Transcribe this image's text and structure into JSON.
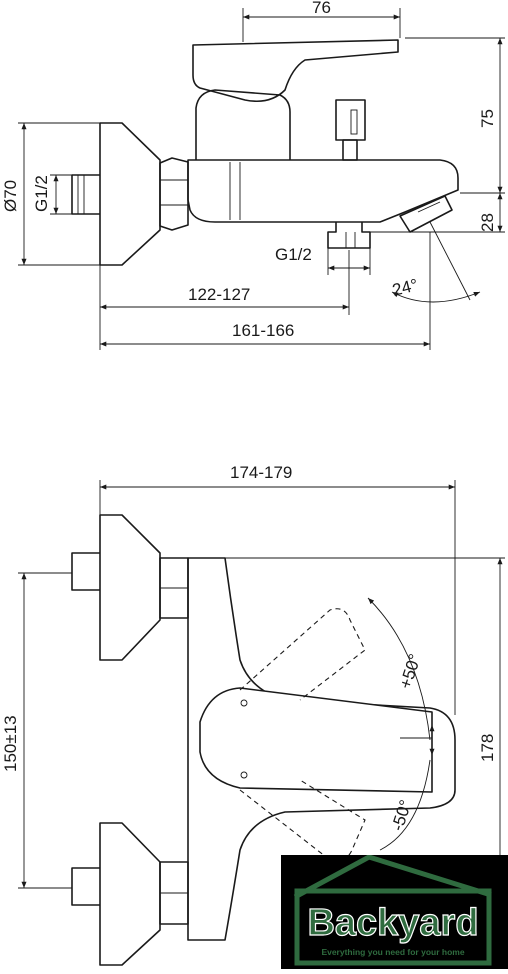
{
  "dimensions": {
    "spout_reach_top": "76",
    "height_75": "75",
    "height_28": "28",
    "diameter": "Ø70",
    "thread_inlet": "G1/2",
    "thread_outlet": "G1/2",
    "length_122_127": "122-127",
    "length_161_166": "161-166",
    "angle_spout": "24°",
    "width_174_179": "174-179",
    "centers_150": "150±13",
    "height_178": "178",
    "lever_plus": "+50°",
    "lever_minus": "-50°"
  },
  "logo": {
    "name": "Backyard",
    "tagline": "Everything you need for your home",
    "color_text": "#2f6b3f",
    "color_house": "#2f6b3f",
    "color_bg": "#000000",
    "color_fill": "#ffffff"
  }
}
